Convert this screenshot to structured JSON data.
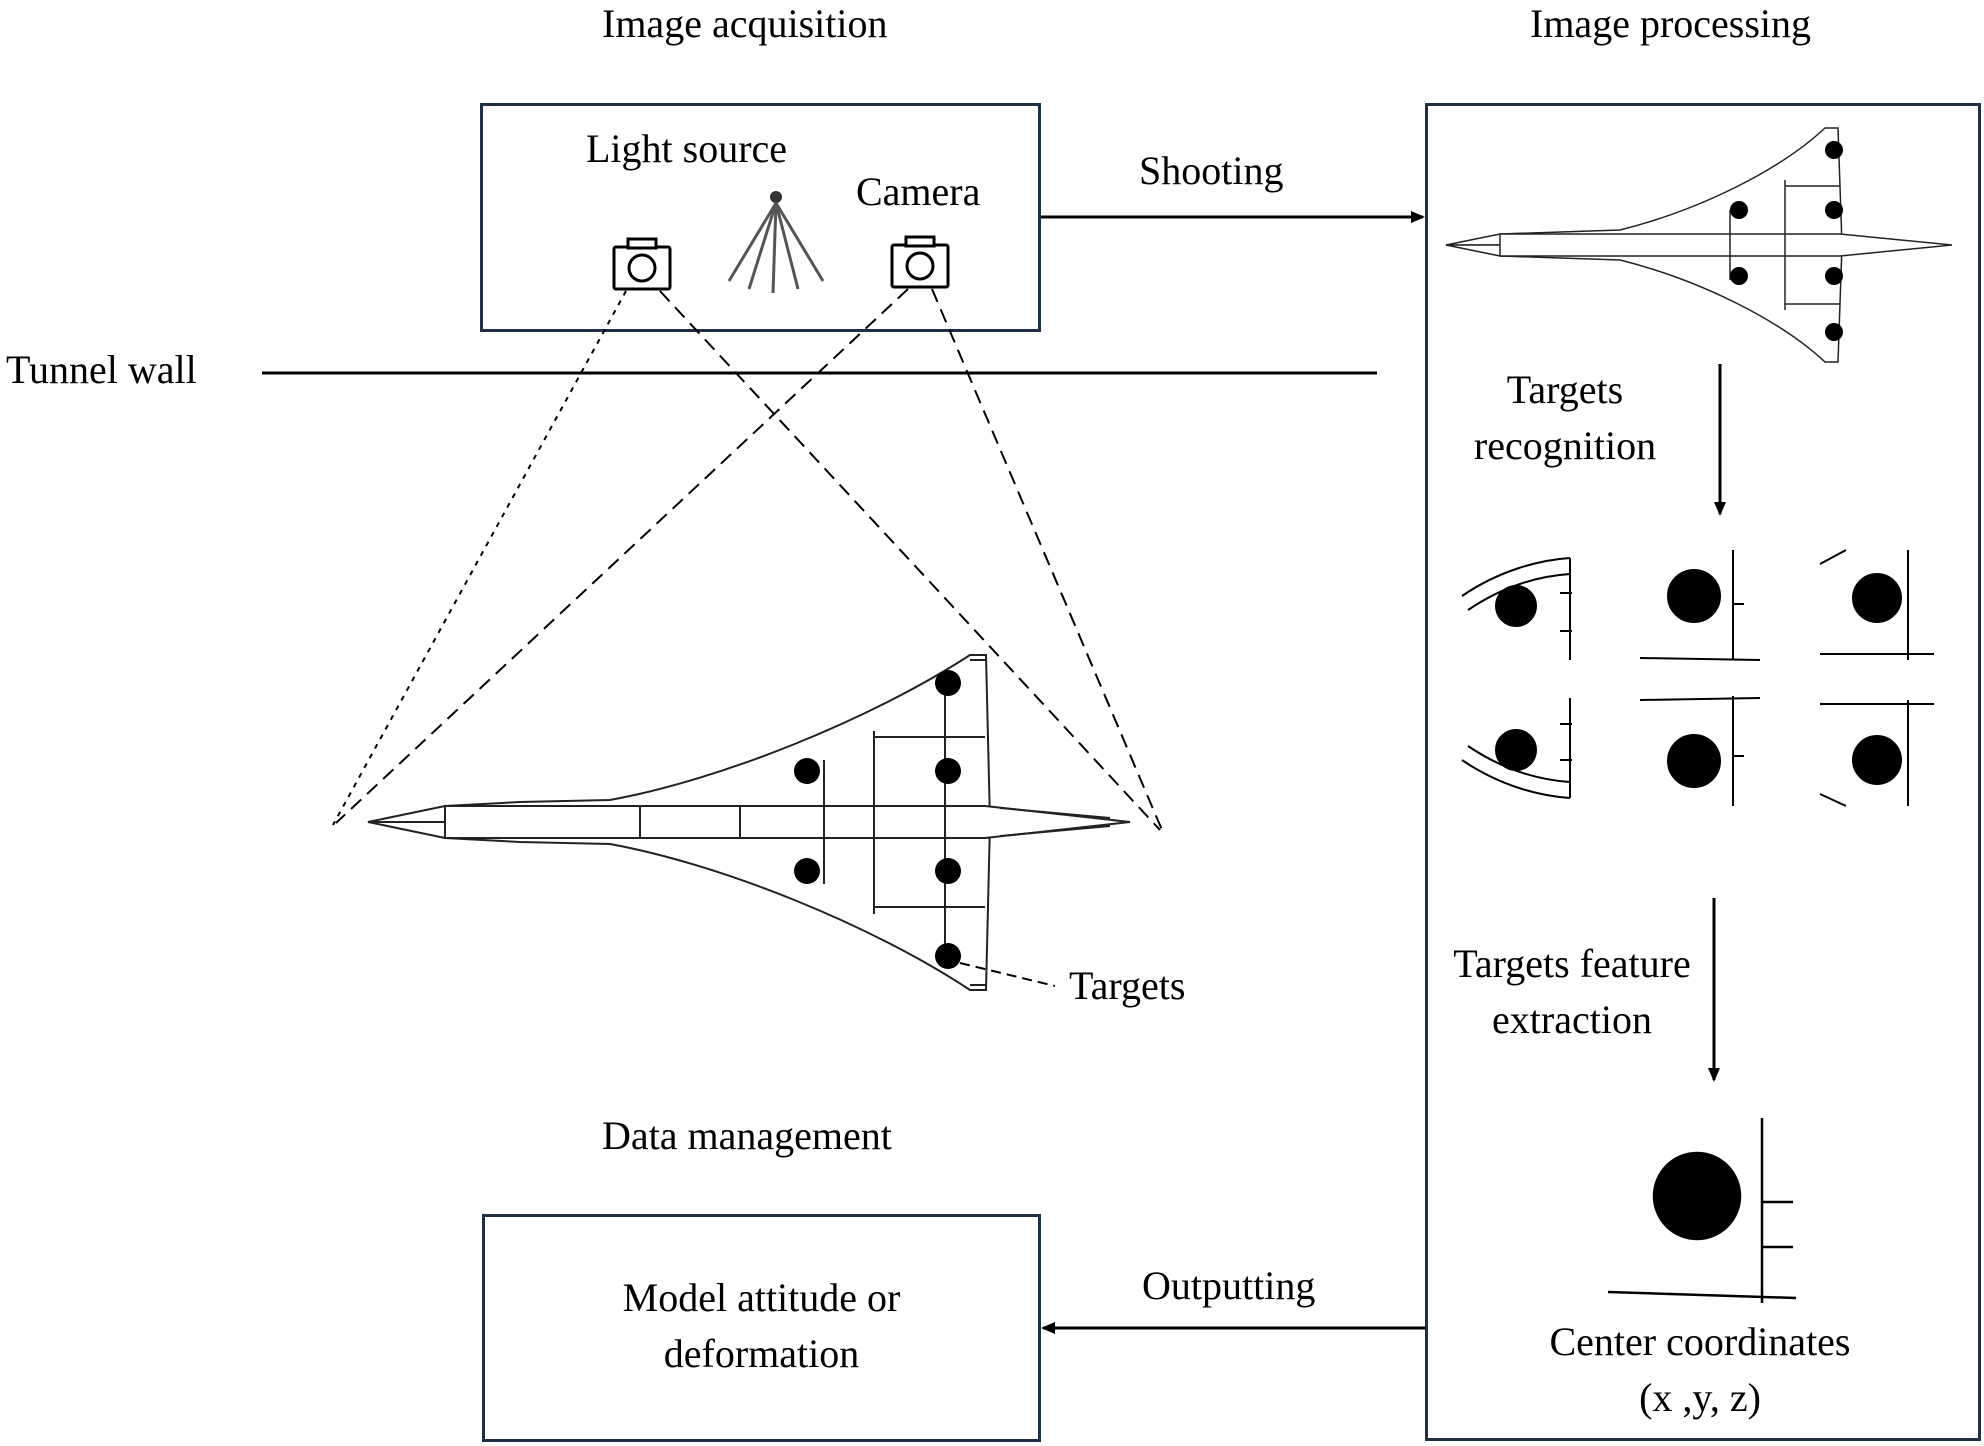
{
  "headings": {
    "image_acquisition": "Image acquisition",
    "image_processing": "Image processing",
    "data_management": "Data management"
  },
  "acquisition": {
    "light_source": "Light source",
    "camera": "Camera",
    "tunnel_wall": "Tunnel wall",
    "targets": "Targets"
  },
  "processing": {
    "step1": "Targets recognition",
    "step1_line1": "Targets",
    "step1_line2": "recognition",
    "step2_line1": "Targets feature",
    "step2_line2": "extraction",
    "result_line1": "Center coordinates",
    "result_line2": "(x ,y, z)"
  },
  "flows": {
    "shooting": "Shooting",
    "outputting": "Outputting"
  },
  "output": {
    "line1": "Model attitude or",
    "line2": "deformation"
  },
  "colors": {
    "box_border": "#1f3046",
    "lines": "#000000"
  }
}
